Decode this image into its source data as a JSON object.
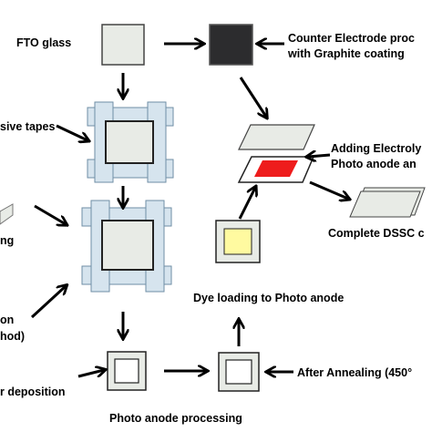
{
  "labels": {
    "fto_glass": "FTO glass",
    "counter_electrode_line1": "Counter Electrode proc",
    "counter_electrode_line2": "with Graphite coating",
    "adhesive_tapes": "sive tapes",
    "adding_electrolyte_line1": "Adding Electroly",
    "adding_electrolyte_line2": "Photo anode an",
    "complete_dssc": "Complete DSSC c",
    "left_partial_1": "ng",
    "left_partial_2": "on",
    "left_partial_3": "hod)",
    "dye_loading": "Dye loading to Photo anode",
    "deposition": "r deposition",
    "after_annealing": "After Annealing (450°",
    "photo_anode_processing": "Photo anode processing"
  },
  "colors": {
    "tape": "#d6e4ee",
    "tape_border": "#6f8ea5",
    "dark_plate": "#2c2c2e",
    "glass": "#e8ebe6",
    "electrolyte_red": "#ee1c1c",
    "dye_yellow": "#fffaa0",
    "arrow": "#000000"
  }
}
